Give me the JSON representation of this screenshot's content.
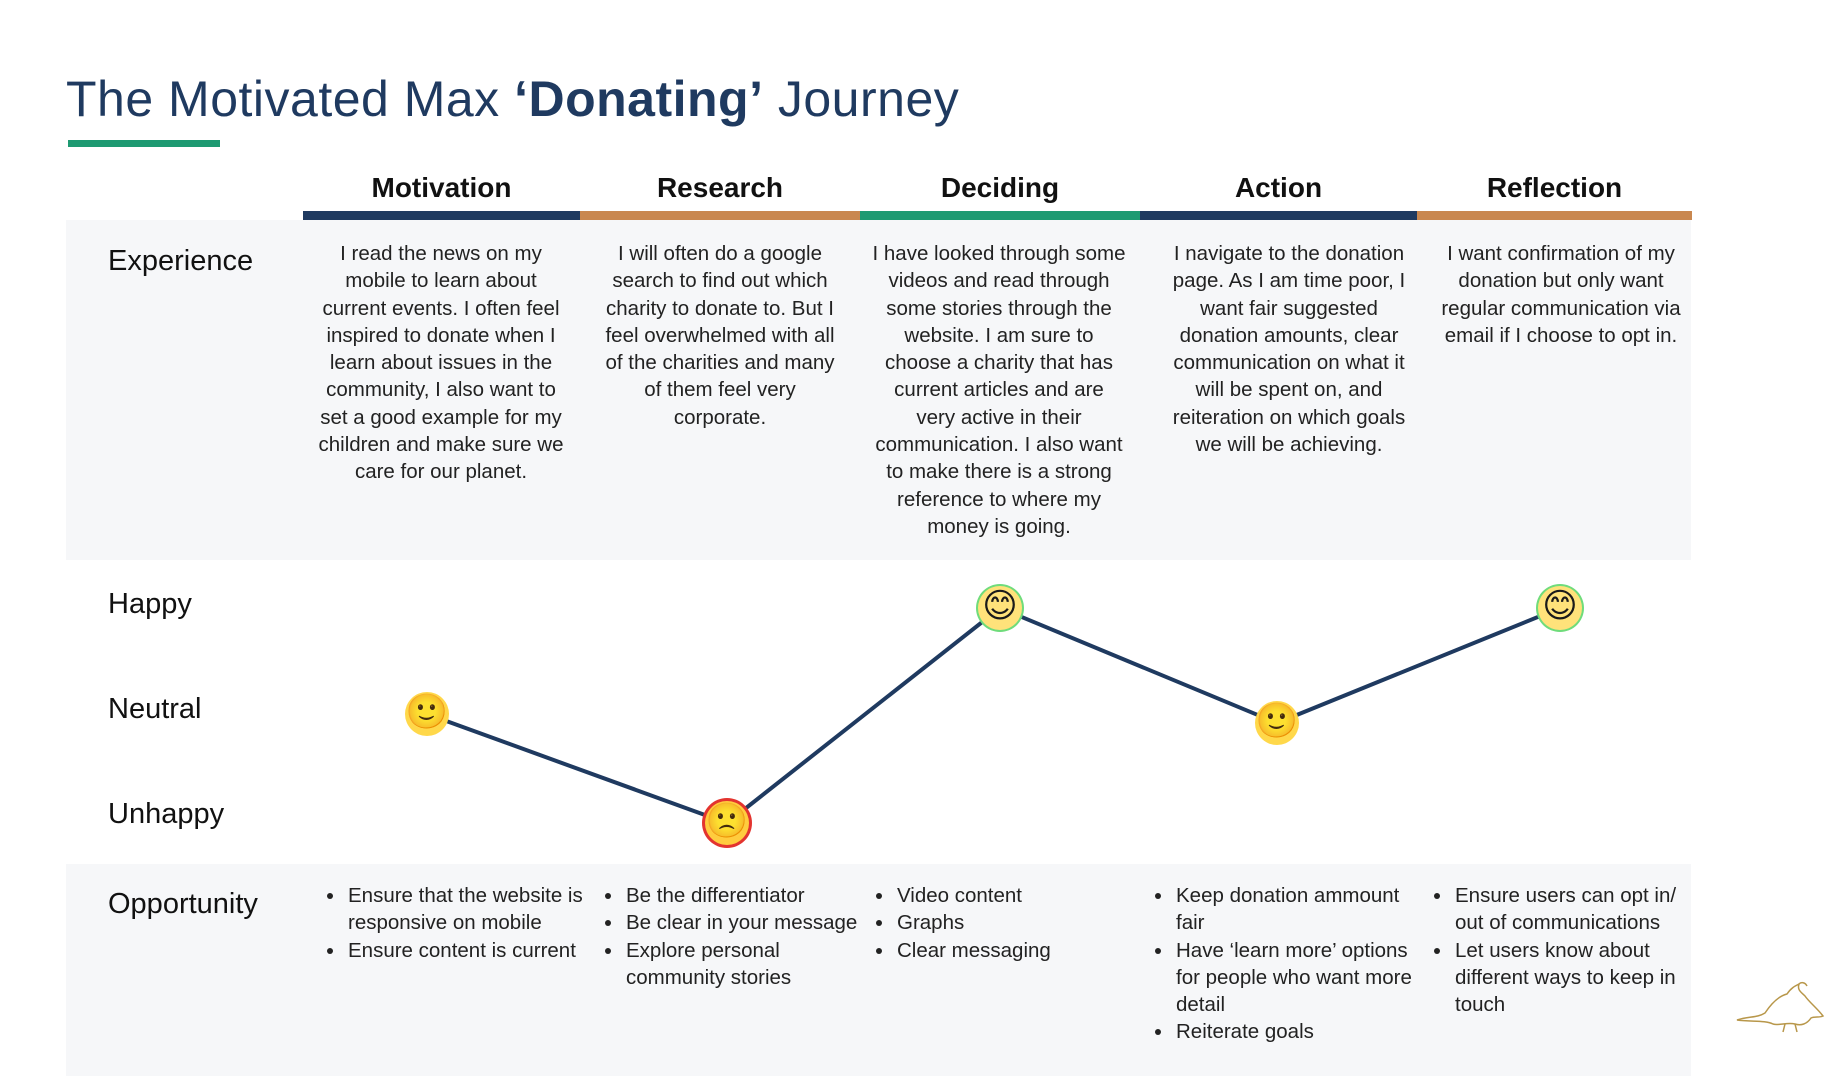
{
  "title": {
    "prefix": "The Motivated Max ",
    "emphasis": "‘Donating’",
    "suffix": " Journey"
  },
  "colors": {
    "navy": "#1f3a60",
    "tan": "#c9874f",
    "green": "#1e9a72"
  },
  "stages": [
    {
      "label": "Motivation",
      "color": "#1f3a60"
    },
    {
      "label": "Research",
      "color": "#c9874f"
    },
    {
      "label": "Deciding",
      "color": "#1e9a72"
    },
    {
      "label": "Action",
      "color": "#1f3a60"
    },
    {
      "label": "Reflection",
      "color": "#c9874f"
    }
  ],
  "rows": {
    "experience": "Experience",
    "happy": "Happy",
    "neutral": "Neutral",
    "unhappy": "Unhappy",
    "opportunity": "Opportunity"
  },
  "experience": [
    "I read the news on my mobile to  learn about current events. I often feel inspired to donate when I learn about issues in the community, I also want to set a good example for my children and make sure we care for our planet.",
    "I will often do a google search  to find out which charity to donate to. But I feel overwhelmed with all of the charities and many of them feel very corporate.",
    "I have looked through some videos and read through some stories through the website. I am sure to choose a charity that has current articles and are very active in their communication. I also want to make there is a strong reference to where my money is going.",
    "I navigate to the donation page. As I am time poor, I want fair suggested donation amounts, clear communication on what it will be spent on, and reiteration on which goals we will be achieving.",
    "I want confirmation of my donation but only want regular communication via email if I choose to opt in."
  ],
  "emotion_levels": [
    "Neutral",
    "Unhappy",
    "Happy",
    "Neutral",
    "Happy"
  ],
  "emotion_icons": [
    "neutral-face-icon",
    "sad-face-icon",
    "smiling-face-icon",
    "neutral-face-icon",
    "smiling-face-icon"
  ],
  "opportunities": [
    [
      "Ensure that the website is responsive on mobile",
      "Ensure content is current"
    ],
    [
      "Be the differentiator",
      "Be clear in your message",
      "Explore personal community stories"
    ],
    [
      "Video content",
      "Graphs",
      "Clear messaging"
    ],
    [
      "Keep donation ammount fair",
      "Have ‘learn more’ options for people who want more detail",
      "Reiterate goals"
    ],
    [
      "Ensure users can opt in/ out of communications",
      "Let users know about different ways to keep in touch"
    ]
  ]
}
